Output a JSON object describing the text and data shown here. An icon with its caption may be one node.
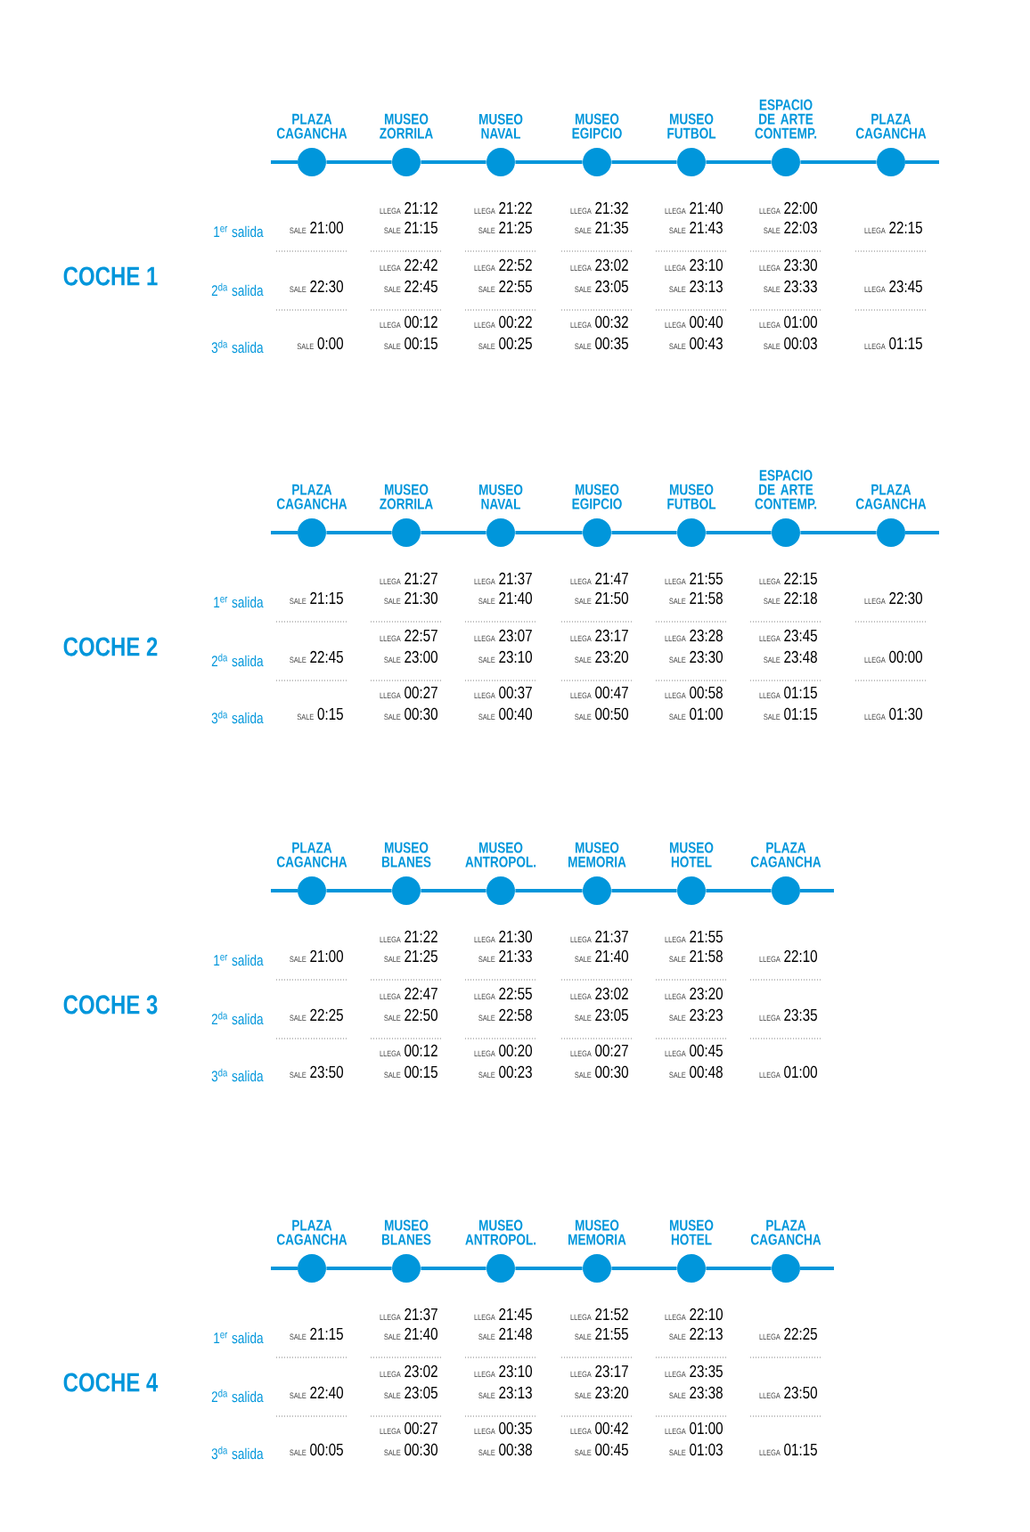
{
  "diagram": {
    "nodes": [
      {
        "text": [
          "PLAZA CAGANCHA"
        ]
      },
      {
        "text": [
          "MUSEO ZORRILA"
        ]
      },
      {
        "text": [
          "MUSEO NAVAL"
        ]
      },
      {
        "text": [
          "MUSEO EGIPCIO"
        ]
      },
      {
        "text": [
          "MUSEO FUTBOL"
        ]
      },
      {
        "text": [
          "ESPACIO DE ARTE CONTEMP."
        ]
      },
      {
        "text": [
          "PLAZA CAGANCHA"
        ]
      },
      {
        "text": [
          "PLAZA CAGANCHA"
        ]
      },
      {
        "text": [
          "MUSEO ZORRILA"
        ]
      },
      {
        "text": [
          "MUSEO NAVAL"
        ]
      },
      {
        "text": [
          "MUSEO EGIPCIO"
        ]
      },
      {
        "text": [
          "MUSEO FUTBOL"
        ]
      },
      {
        "text": [
          "ESPACIO DE ARTE CONTEMP."
        ]
      },
      {
        "text": [
          "PLAZA CAGANCHA"
        ]
      },
      {
        "text": [
          "PLAZA CAGANCHA"
        ]
      },
      {
        "text": [
          "MUSEO BLANES"
        ]
      },
      {
        "text": [
          "MUSEO ANTROPOL."
        ]
      },
      {
        "text": [
          "MUSEO MEMORIA"
        ]
      },
      {
        "text": [
          "MUSEO HOTEL"
        ]
      },
      {
        "text": [
          "PLAZA CAGANCHA"
        ]
      },
      {
        "text": [
          "PLAZA CAGANCHA"
        ]
      },
      {
        "text": [
          "MUSEO BLANES"
        ]
      },
      {
        "text": [
          "MUSEO ANTROPOL."
        ]
      },
      {
        "text": [
          "MUSEO MEMORIA"
        ]
      },
      {
        "text": [
          "MUSEO HOTEL"
        ]
      },
      {
        "text": [
          "PLAZA CAGANCHA"
        ]
      }
    ],
    "edges": [
      {
        "from": 0,
        "to": 1,
        "arrow": "none"
      },
      {
        "from": 1,
        "to": 2,
        "arrow": "none"
      },
      {
        "from": 2,
        "to": 3,
        "arrow": "none"
      },
      {
        "from": 3,
        "to": 4,
        "arrow": "none"
      },
      {
        "from": 4,
        "to": 5,
        "arrow": "none"
      },
      {
        "from": 5,
        "to": 6,
        "arrow": "none"
      },
      {
        "from": 7,
        "to": 8,
        "arrow": "none"
      },
      {
        "from": 8,
        "to": 9,
        "arrow": "none"
      },
      {
        "from": 9,
        "to": 10,
        "arrow": "none"
      },
      {
        "from": 10,
        "to": 11,
        "arrow": "none"
      },
      {
        "from": 11,
        "to": 12,
        "arrow": "none"
      },
      {
        "from": 12,
        "to": 13,
        "arrow": "none"
      },
      {
        "from": 14,
        "to": 15,
        "arrow": "none"
      },
      {
        "from": 15,
        "to": 16,
        "arrow": "none"
      },
      {
        "from": 16,
        "to": 17,
        "arrow": "none"
      },
      {
        "from": 17,
        "to": 18,
        "arrow": "none"
      },
      {
        "from": 18,
        "to": 19,
        "arrow": "none"
      },
      {
        "from": 20,
        "to": 21,
        "arrow": "none"
      },
      {
        "from": 21,
        "to": 22,
        "arrow": "none"
      },
      {
        "from": 22,
        "to": 23,
        "arrow": "none"
      },
      {
        "from": 23,
        "to": 24,
        "arrow": "none"
      },
      {
        "from": 24,
        "to": 25,
        "arrow": "none"
      }
    ],
    "labels": [
      "COCHE 1",
      "1$^{er}$ salida",
      "SALE",
      "21:00",
      "LLEGA",
      "21:12",
      "SALE",
      "21:15",
      "LLEGA",
      "21:22",
      "SALE",
      "21:25",
      "LLEGA",
      "21:32",
      "SALE",
      "21:35",
      "LLEGA",
      "21:40",
      "SALE",
      "21:43",
      "LLEGA",
      "22:00",
      "SALE",
      "22:03",
      "LLEGA",
      "22:15",
      "2$^{da}$ salida",
      "SALE",
      "22:30",
      "LLEGA",
      "22:42",
      "SALE",
      "22:45",
      "LLEGA",
      "22:52",
      "SALE",
      "22:55",
      "LLEGA",
      "23:02",
      "SALE",
      "23:05",
      "LLEGA",
      "23:10",
      "SALE",
      "23:13",
      "LLEGA",
      "23:30",
      "SALE",
      "23:33",
      "LLEGA",
      "23:45",
      "3$^{da}$ salida",
      "SALE",
      "0:00",
      "LLEGA",
      "00:12",
      "SALE",
      "00:15",
      "LLEGA",
      "00:22",
      "SALE",
      "00:25",
      "LLEGA",
      "00:32",
      "SALE",
      "00:35",
      "LLEGA",
      "00:40",
      "SALE",
      "00:43",
      "LLEGA",
      "01:00",
      "SALE",
      "00:03",
      "LLEGA",
      "01:15",
      "COCHE 2",
      "1$^{er}$ salida",
      "SALE",
      "21:15",
      "LLEGA",
      "21:27",
      "SALE",
      "21:30",
      "LLEGA",
      "21:37",
      "SALE",
      "21:40",
      "LLEGA",
      "21:47",
      "SALE",
      "21:50",
      "LLEGA",
      "21:55",
      "SALE",
      "21:58",
      "LLEGA",
      "22:15",
      "SALE",
      "22:18",
      "LLEGA",
      "22:30",
      "2$^{da}$ salida",
      "SALE",
      "22:45",
      "LLEGA",
      "22:57",
      "SALE",
      "23:00",
      "LLEGA",
      "23:07",
      "SALE",
      "23:10",
      "LLEGA",
      "23:17",
      "SALE",
      "23:20",
      "LLEGA",
      "23:28",
      "SALE",
      "23:30",
      "LLEGA",
      "23:45",
      "SALE",
      "23:48",
      "LLEGA",
      "00:00",
      "3$^{da}$ salida",
      "SALE",
      "0:15",
      "LLEGA",
      "00:27",
      "SALE",
      "00:30",
      "LLEGA",
      "00:37",
      "SALE",
      "00:40",
      "LLEGA",
      "00:47",
      "SALE",
      "00:50",
      "LLEGA",
      "00:58",
      "SALE",
      "01:00",
      "LLEGA",
      "01:15",
      "SALE",
      "01:15",
      "LLEGA",
      "01:30",
      "COCHE 3",
      "1$^{er}$ salida",
      "SALE",
      "21:00",
      "LLEGA",
      "21:22",
      "SALE",
      "21:25",
      "LLEGA",
      "21:30",
      "SALE",
      "21:33",
      "LLEGA",
      "21:37",
      "SALE",
      "21:40",
      "LLEGA",
      "21:55",
      "SALE",
      "21:58",
      "LLEGA",
      "22:10",
      "2$^{da}$ salida",
      "SALE",
      "22:25",
      "LLEGA",
      "22:47",
      "SALE",
      "22:50",
      "LLEGA",
      "22:55",
      "SALE",
      "22:58",
      "LLEGA",
      "23:02",
      "SALE",
      "23:05",
      "LLEGA",
      "23:20",
      "SALE",
      "23:23",
      "LLEGA",
      "23:35",
      "3$^{da}$ salida",
      "SALE",
      "23:50",
      "LLEGA",
      "00:12",
      "SALE",
      "00:15",
      "LLEGA",
      "00:20",
      "SALE",
      "00:23",
      "LLEGA",
      "00:27",
      "SALE",
      "00:30",
      "LLEGA",
      "00:45",
      "SALE",
      "00:48",
      "LLEGA",
      "01:00",
      "COCHE 4",
      "1$^{er}$ salida",
      "SALE",
      "21:15",
      "LLEGA",
      "21:37",
      "SALE",
      "21:40",
      "LLEGA",
      "21:45",
      "SALE",
      "21:48",
      "LLEGA",
      "21:52",
      "SALE",
      "21:55",
      "LLEGA",
      "22:10",
      "SALE",
      "22:13",
      "LLEGA",
      "22:25",
      "2$^{da}$ salida",
      "SALE",
      "22:40",
      "LLEGA",
      "23:02",
      "SALE",
      "23:05",
      "LLEGA",
      "23:10",
      "SALE",
      "23:13",
      "LLEGA",
      "23:17",
      "SALE",
      "23:20",
      "LLEGA",
      "23:35",
      "SALE",
      "23:38",
      "LLEGA",
      "23:50",
      "3$^{da}$ salida",
      "SALE",
      "00:05",
      "LLEGA",
      "00:27",
      "SALE",
      "00:30",
      "LLEGA",
      "00:35",
      "SALE",
      "00:38",
      "LLEGA",
      "00:42",
      "SALE",
      "00:45",
      "LLEGA",
      "01:00",
      "SALE",
      "01:03",
      "LLEGA",
      "01:15"
    ]
  }
}
